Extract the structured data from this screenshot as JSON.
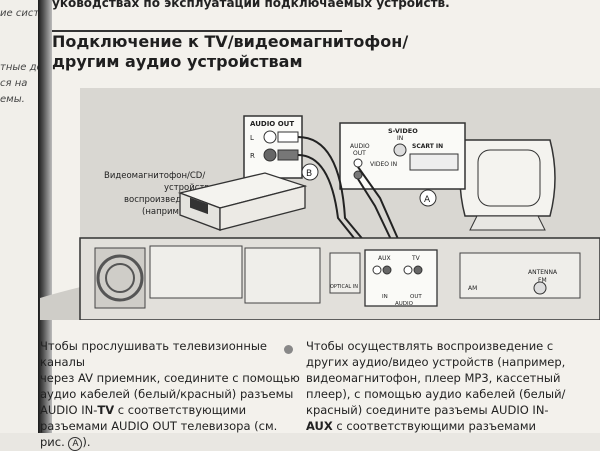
{
  "left_column": {
    "lines": [
      "ие систе",
      "тные дон",
      "ся на",
      "емы."
    ]
  },
  "header": {
    "top_line": "уководствах по эксплуатации подключаемых устройств.",
    "title_line1": "Подключение к TV/видеомагнитофон/",
    "title_line2": "другим аудио устройствам"
  },
  "diagram": {
    "audio_out_label": "AUDIO OUT",
    "l_label": "L",
    "r_label": "R",
    "callout_b": "B",
    "callout_a": "A",
    "device_caption_lines": [
      "Видеомагнитофон/CD/",
      "устройство",
      "воспроизведения кассет",
      "(например)"
    ],
    "tv_panel": {
      "svideo": "S-VIDEO",
      "in1": "IN",
      "audio": "AUDIO",
      "out": "OUT",
      "video_in": "VIDEO IN",
      "scart_in": "SCART IN"
    },
    "receiver": {
      "aux": "AUX",
      "tv": "TV",
      "in": "IN",
      "out": "OUT",
      "audio": "AUDIO",
      "antenna": "ANTENNA",
      "fm": "FM",
      "optical_in": "OPTICAL IN",
      "fm_am": "AM"
    }
  },
  "paragraph1": {
    "line1": "Чтобы прослушивать телевизионные каналы",
    "line2": "через AV приемник, соедините с помощью",
    "line3": "аудио кабелей (белый/красный) разъемы",
    "line4_a": "AUDIO IN-",
    "line4_b": "TV",
    "line4_c": " с соответствующими",
    "line5": "разъемами AUDIO OUT телевизора (см.",
    "line6_a": "рис. ",
    "line6_b": "A",
    "line6_c": ")."
  },
  "paragraph2": {
    "line1": "Чтобы осуществлять воспроизведение с",
    "line2": "других аудио/видео устройств (например,",
    "line3": "видеомагнитофон, плеер MP3, кассетный",
    "line4": "плеер), с помощью аудио кабелей (белый/",
    "line5": "красный) соедините разъемы AUDIO IN-",
    "line6_a": "AUX",
    "line6_b": " с соответствующими разъемами"
  }
}
